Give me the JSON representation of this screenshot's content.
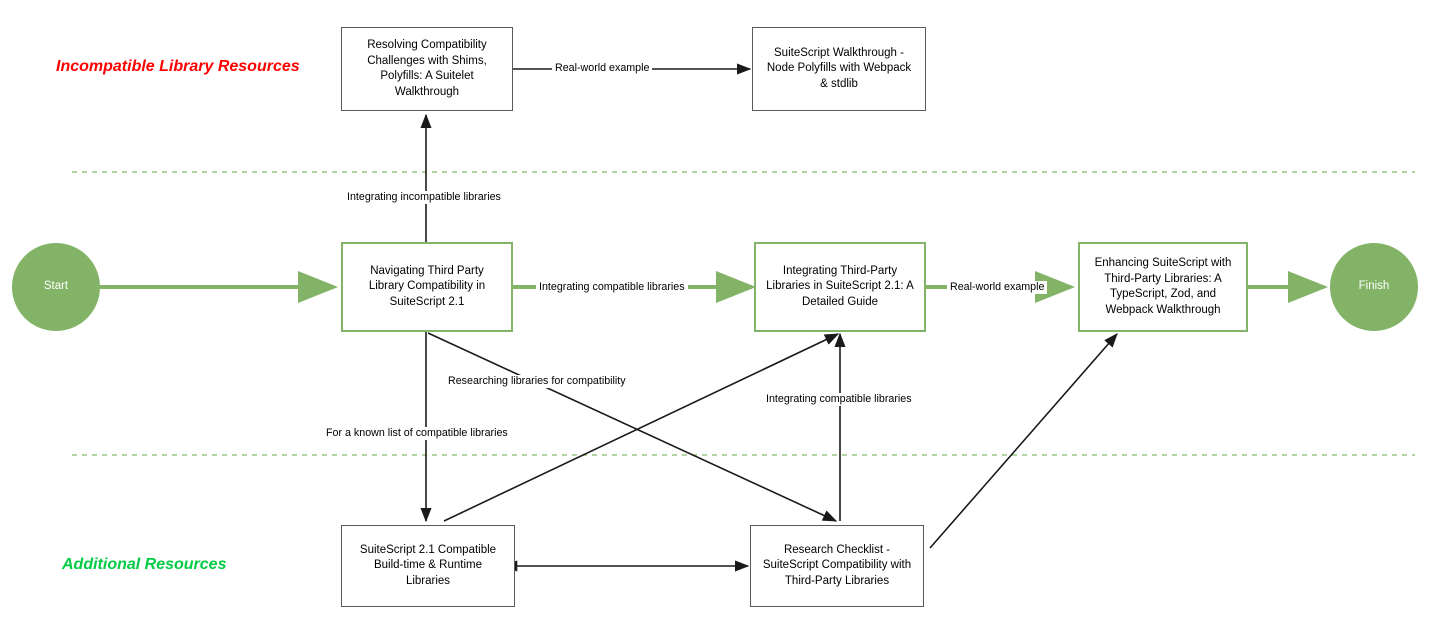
{
  "diagram": {
    "type": "flowchart",
    "title": "SuiteScript 2.1 Third-Party Library Compatibility Flow",
    "colors": {
      "accent_green": "#82b366",
      "lane_incompatible": "#ff0000",
      "lane_additional": "#00cc44",
      "box_border_plain": "#5a5a5a",
      "divider_green": "#97c681",
      "edge_black": "#1a1a1a",
      "background": "#ffffff"
    },
    "swimlanes": [
      {
        "id": "incompatible",
        "label": "Incompatible Library Resources",
        "color": "#ff0000"
      },
      {
        "id": "additional",
        "label": "Additional Resources",
        "color": "#00cc44"
      }
    ],
    "nodes": [
      {
        "id": "start",
        "label": "Start",
        "shape": "circle",
        "style": "green-filled"
      },
      {
        "id": "finish",
        "label": "Finish",
        "shape": "circle",
        "style": "green-filled"
      },
      {
        "id": "n_resolving",
        "label": "Resolving Compatibility\nChallenges with Shims,\nPolyfills: A Suitelet\nWalkthrough",
        "shape": "rect",
        "style": "plain"
      },
      {
        "id": "n_walkthrough",
        "label": "SuiteScript Walkthrough -\nNode Polyfills with Webpack\n& stdlib",
        "shape": "rect",
        "style": "plain"
      },
      {
        "id": "n_navigating",
        "label": "Navigating Third Party\nLibrary Compatibility in\nSuiteScript 2.1",
        "shape": "rect",
        "style": "green-outline"
      },
      {
        "id": "n_integrating",
        "label": "Integrating Third-Party\nLibraries in SuiteScript 2.1: A\nDetailed Guide",
        "shape": "rect",
        "style": "green-outline"
      },
      {
        "id": "n_enhancing",
        "label": "Enhancing SuiteScript with\nThird-Party Libraries: A\nTypeScript, Zod, and\nWebpack Walkthrough",
        "shape": "rect",
        "style": "green-outline"
      },
      {
        "id": "n_compatible_libs",
        "label": "SuiteScript 2.1 Compatible\nBuild-time & Runtime\nLibraries",
        "shape": "rect",
        "style": "plain"
      },
      {
        "id": "n_research_checklist",
        "label": "Research Checklist -\nSuiteScript Compatibility with\nThird-Party Libraries",
        "shape": "rect",
        "style": "plain"
      }
    ],
    "edges": [
      {
        "id": "e1",
        "from": "start",
        "to": "n_navigating",
        "label": "",
        "color": "green"
      },
      {
        "id": "e2",
        "from": "n_navigating",
        "to": "n_integrating",
        "label": "Integrating compatible libraries",
        "color": "green"
      },
      {
        "id": "e3",
        "from": "n_integrating",
        "to": "n_enhancing",
        "label": "Real-world example",
        "color": "green"
      },
      {
        "id": "e4",
        "from": "n_enhancing",
        "to": "finish",
        "label": "",
        "color": "green"
      },
      {
        "id": "e5",
        "from": "n_navigating",
        "to": "n_resolving",
        "label": "Integrating incompatible libraries",
        "color": "black"
      },
      {
        "id": "e6",
        "from": "n_resolving",
        "to": "n_walkthrough",
        "label": "Real-world example",
        "color": "black"
      },
      {
        "id": "e7",
        "from": "n_navigating",
        "to": "n_compatible_libs",
        "label": "For a known list of compatible libraries",
        "color": "black"
      },
      {
        "id": "e8",
        "from": "n_navigating",
        "to": "n_research_checklist",
        "label": "Researching libraries for compatibility",
        "color": "black"
      },
      {
        "id": "e9",
        "from": "n_compatible_libs",
        "to": "n_integrating",
        "label": "",
        "color": "black"
      },
      {
        "id": "e10",
        "from": "n_research_checklist",
        "to": "n_integrating",
        "label": "Integrating compatible libraries",
        "color": "black"
      },
      {
        "id": "e11",
        "from": "n_research_checklist",
        "to": "n_compatible_libs",
        "label": "",
        "color": "black",
        "bidirectional": true
      },
      {
        "id": "e12",
        "from": "n_research_checklist",
        "to": "n_enhancing",
        "label": "",
        "color": "black"
      }
    ],
    "edge_labels": {
      "integrating_incompatible": "Integrating incompatible libraries",
      "real_world_top": "Real-world example",
      "integrating_compatible_mid": "Integrating compatible libraries",
      "real_world_mid": "Real-world example",
      "researching_libraries": "Researching libraries for compatibility",
      "known_list": "For a known list of compatible libraries",
      "integrating_compatible_lower": "Integrating compatible libraries"
    }
  }
}
